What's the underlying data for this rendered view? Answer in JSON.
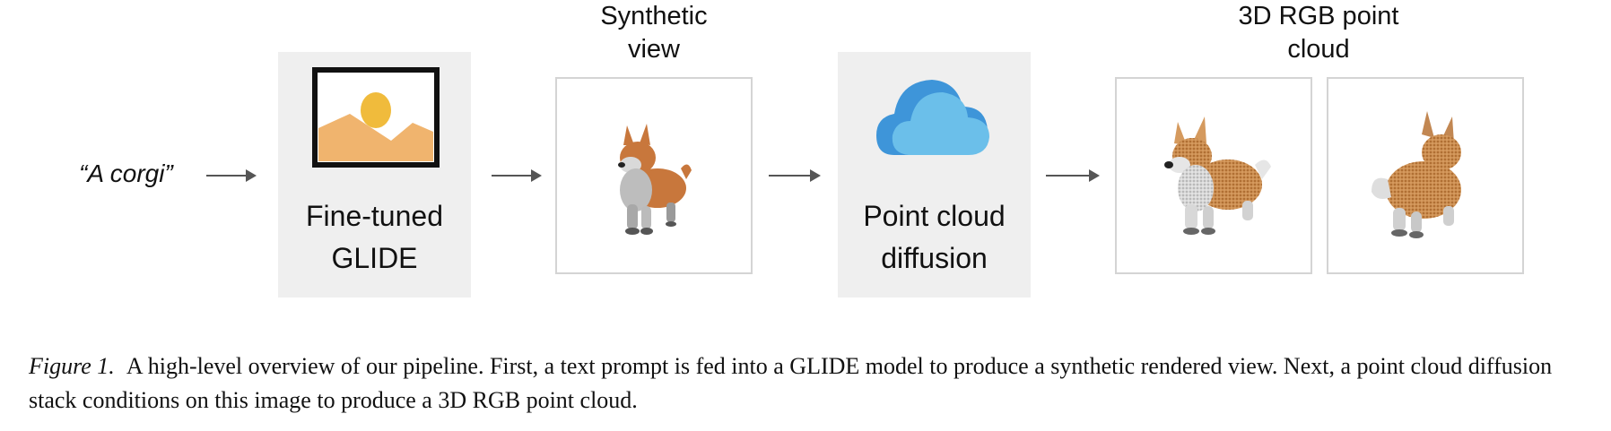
{
  "prompt": {
    "text": "“A corgi”"
  },
  "stages": {
    "glide": {
      "line1": "Fine-tuned",
      "line2": "GLIDE"
    },
    "synthetic": {
      "line1": "Synthetic",
      "line2": "view"
    },
    "diffusion": {
      "line1": "Point cloud",
      "line2": "diffusion"
    },
    "pointcloud": {
      "line1": "3D RGB point",
      "line2": "cloud"
    }
  },
  "icons": {
    "glide": "image-icon",
    "diffusion": "cloud-icon"
  },
  "colors": {
    "panel_gray": "#efefef",
    "frame_border": "#d4d4d4",
    "image_orange": "#f0b46e",
    "image_sun": "#f0bb3c",
    "cloud_light": "#6bbfea",
    "cloud_dark": "#3e95d9",
    "corgi_orange": "#c8773c"
  },
  "caption": {
    "figure_label": "Figure 1.",
    "text": "A high-level overview of our pipeline. First, a text prompt is fed into a GLIDE model to produce a synthetic rendered view. Next, a point cloud diffusion stack conditions on this image to produce a 3D RGB point cloud."
  }
}
